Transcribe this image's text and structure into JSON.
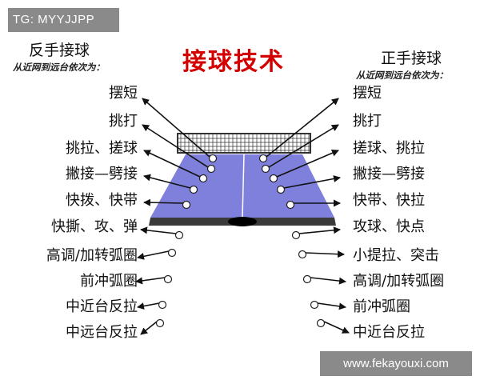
{
  "watermark_top": "TG: MYYJJPP",
  "watermark_bottom": "www.fekayouxi.com",
  "title": "接球技术",
  "left": {
    "heading": "反手接球",
    "subheading": "从近网到远台依次为：",
    "items": [
      "摆短",
      "挑打",
      "挑拉、搓球",
      "撇接—劈接",
      "快拨、快带",
      "快撕、攻、弹",
      "高调/加转弧圈",
      "前冲弧圈",
      "中近台反拉",
      "中远台反拉"
    ]
  },
  "right": {
    "heading": "正手接球",
    "subheading": "从近网到远台依次为：",
    "items": [
      "摆短",
      "挑打",
      "搓球、挑拉",
      "撇接—劈接",
      "快带、快拉",
      "攻球、快点",
      "小提拉、突击",
      "高调/加转弧圈",
      "前冲弧圈",
      "中近台反拉"
    ]
  },
  "colors": {
    "title": "#d40000",
    "table": "#7f7fdc",
    "table_edge": "#3a3a3a",
    "net": "#333333",
    "watermark_bg": "#8a8a8a"
  }
}
